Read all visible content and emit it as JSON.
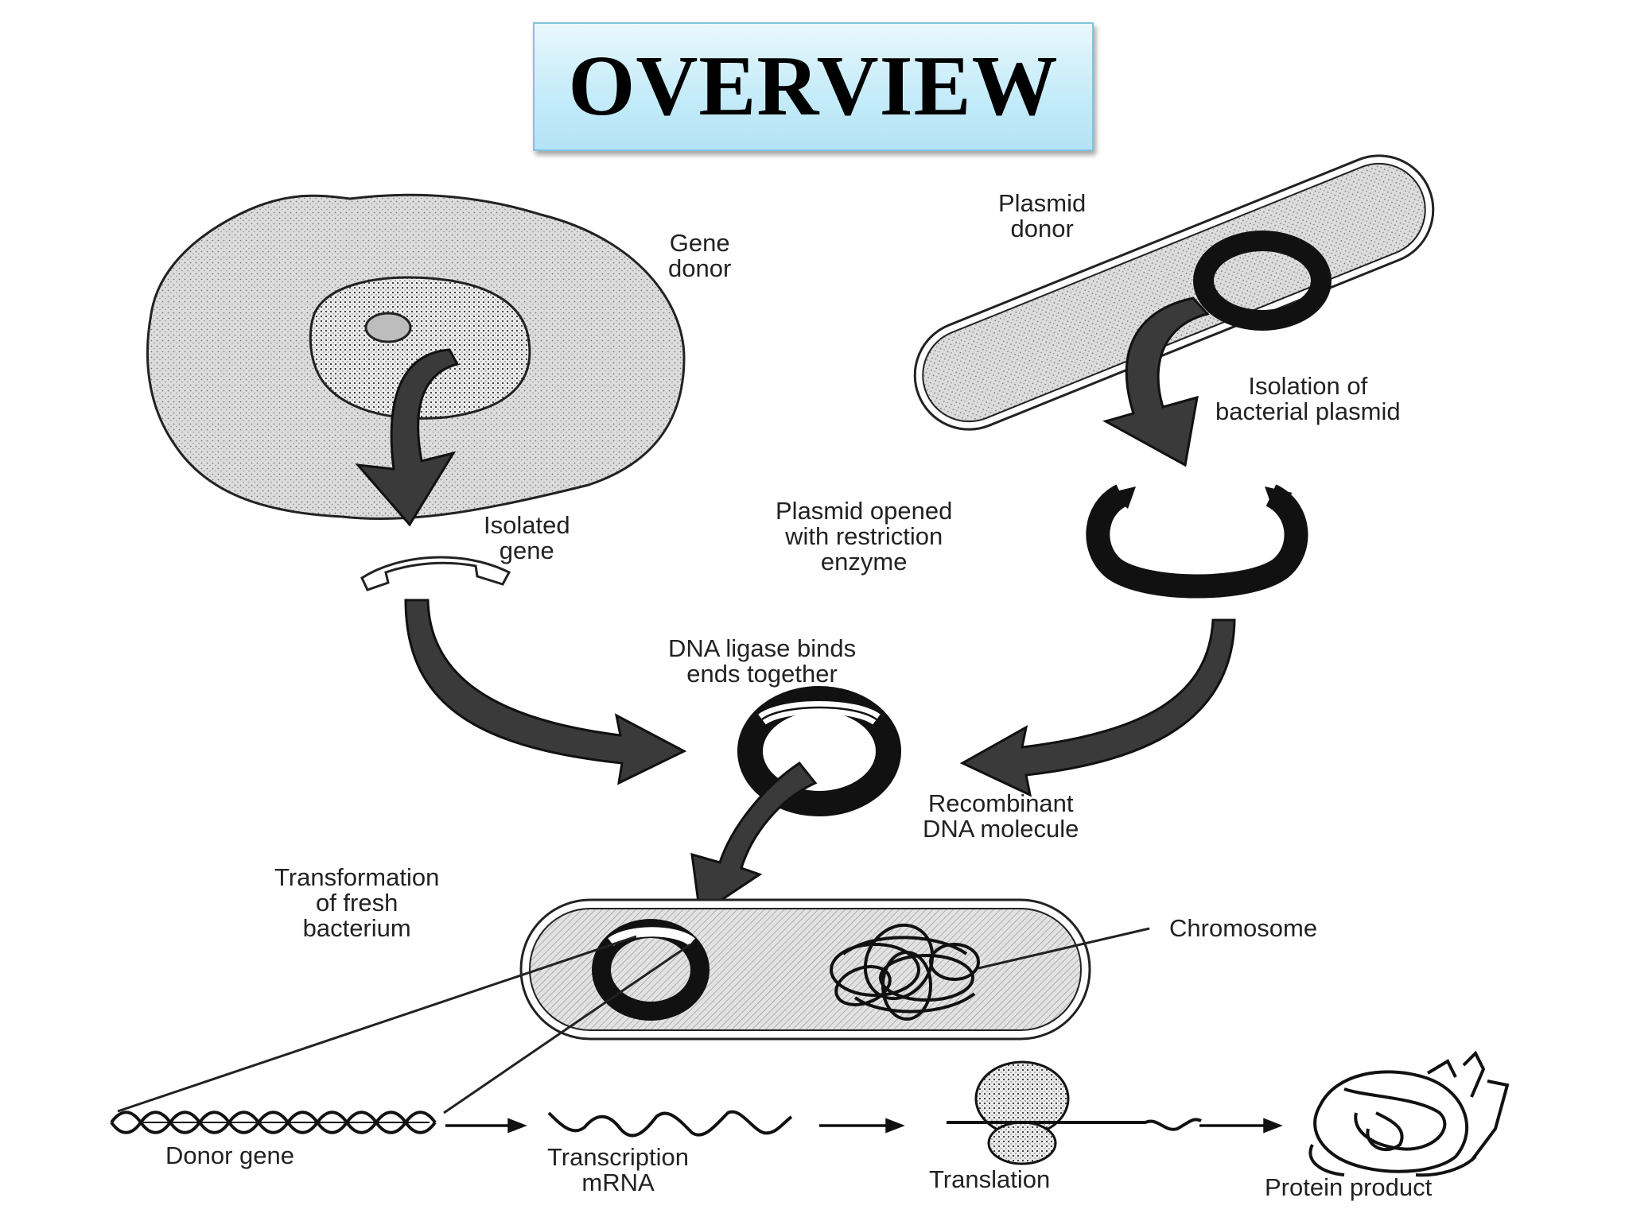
{
  "title": "OVERVIEW",
  "labels": {
    "gene_donor": [
      "Gene",
      "donor"
    ],
    "plasmid_donor": [
      "Plasmid",
      "donor"
    ],
    "isolation_plasmid": [
      "Isolation of",
      "bacterial plasmid"
    ],
    "isolated_gene": [
      "Isolated",
      "gene"
    ],
    "plasmid_opened": [
      "Plasmid opened",
      "with restriction",
      "enzyme"
    ],
    "dna_ligase": [
      "DNA ligase binds",
      "ends together"
    ],
    "recombinant": [
      "Recombinant",
      "DNA molecule"
    ],
    "transformation": [
      "Transformation",
      "of fresh",
      "bacterium"
    ],
    "chromosome": "Chromosome",
    "donor_gene": "Donor gene",
    "transcription": [
      "Transcription",
      "mRNA"
    ],
    "translation": "Translation",
    "protein_product": "Protein product"
  },
  "colors": {
    "title_box": "#c6ecf9",
    "title_border": "#7fc4de",
    "ink": "#111111",
    "shading": "#d9d9d9"
  }
}
